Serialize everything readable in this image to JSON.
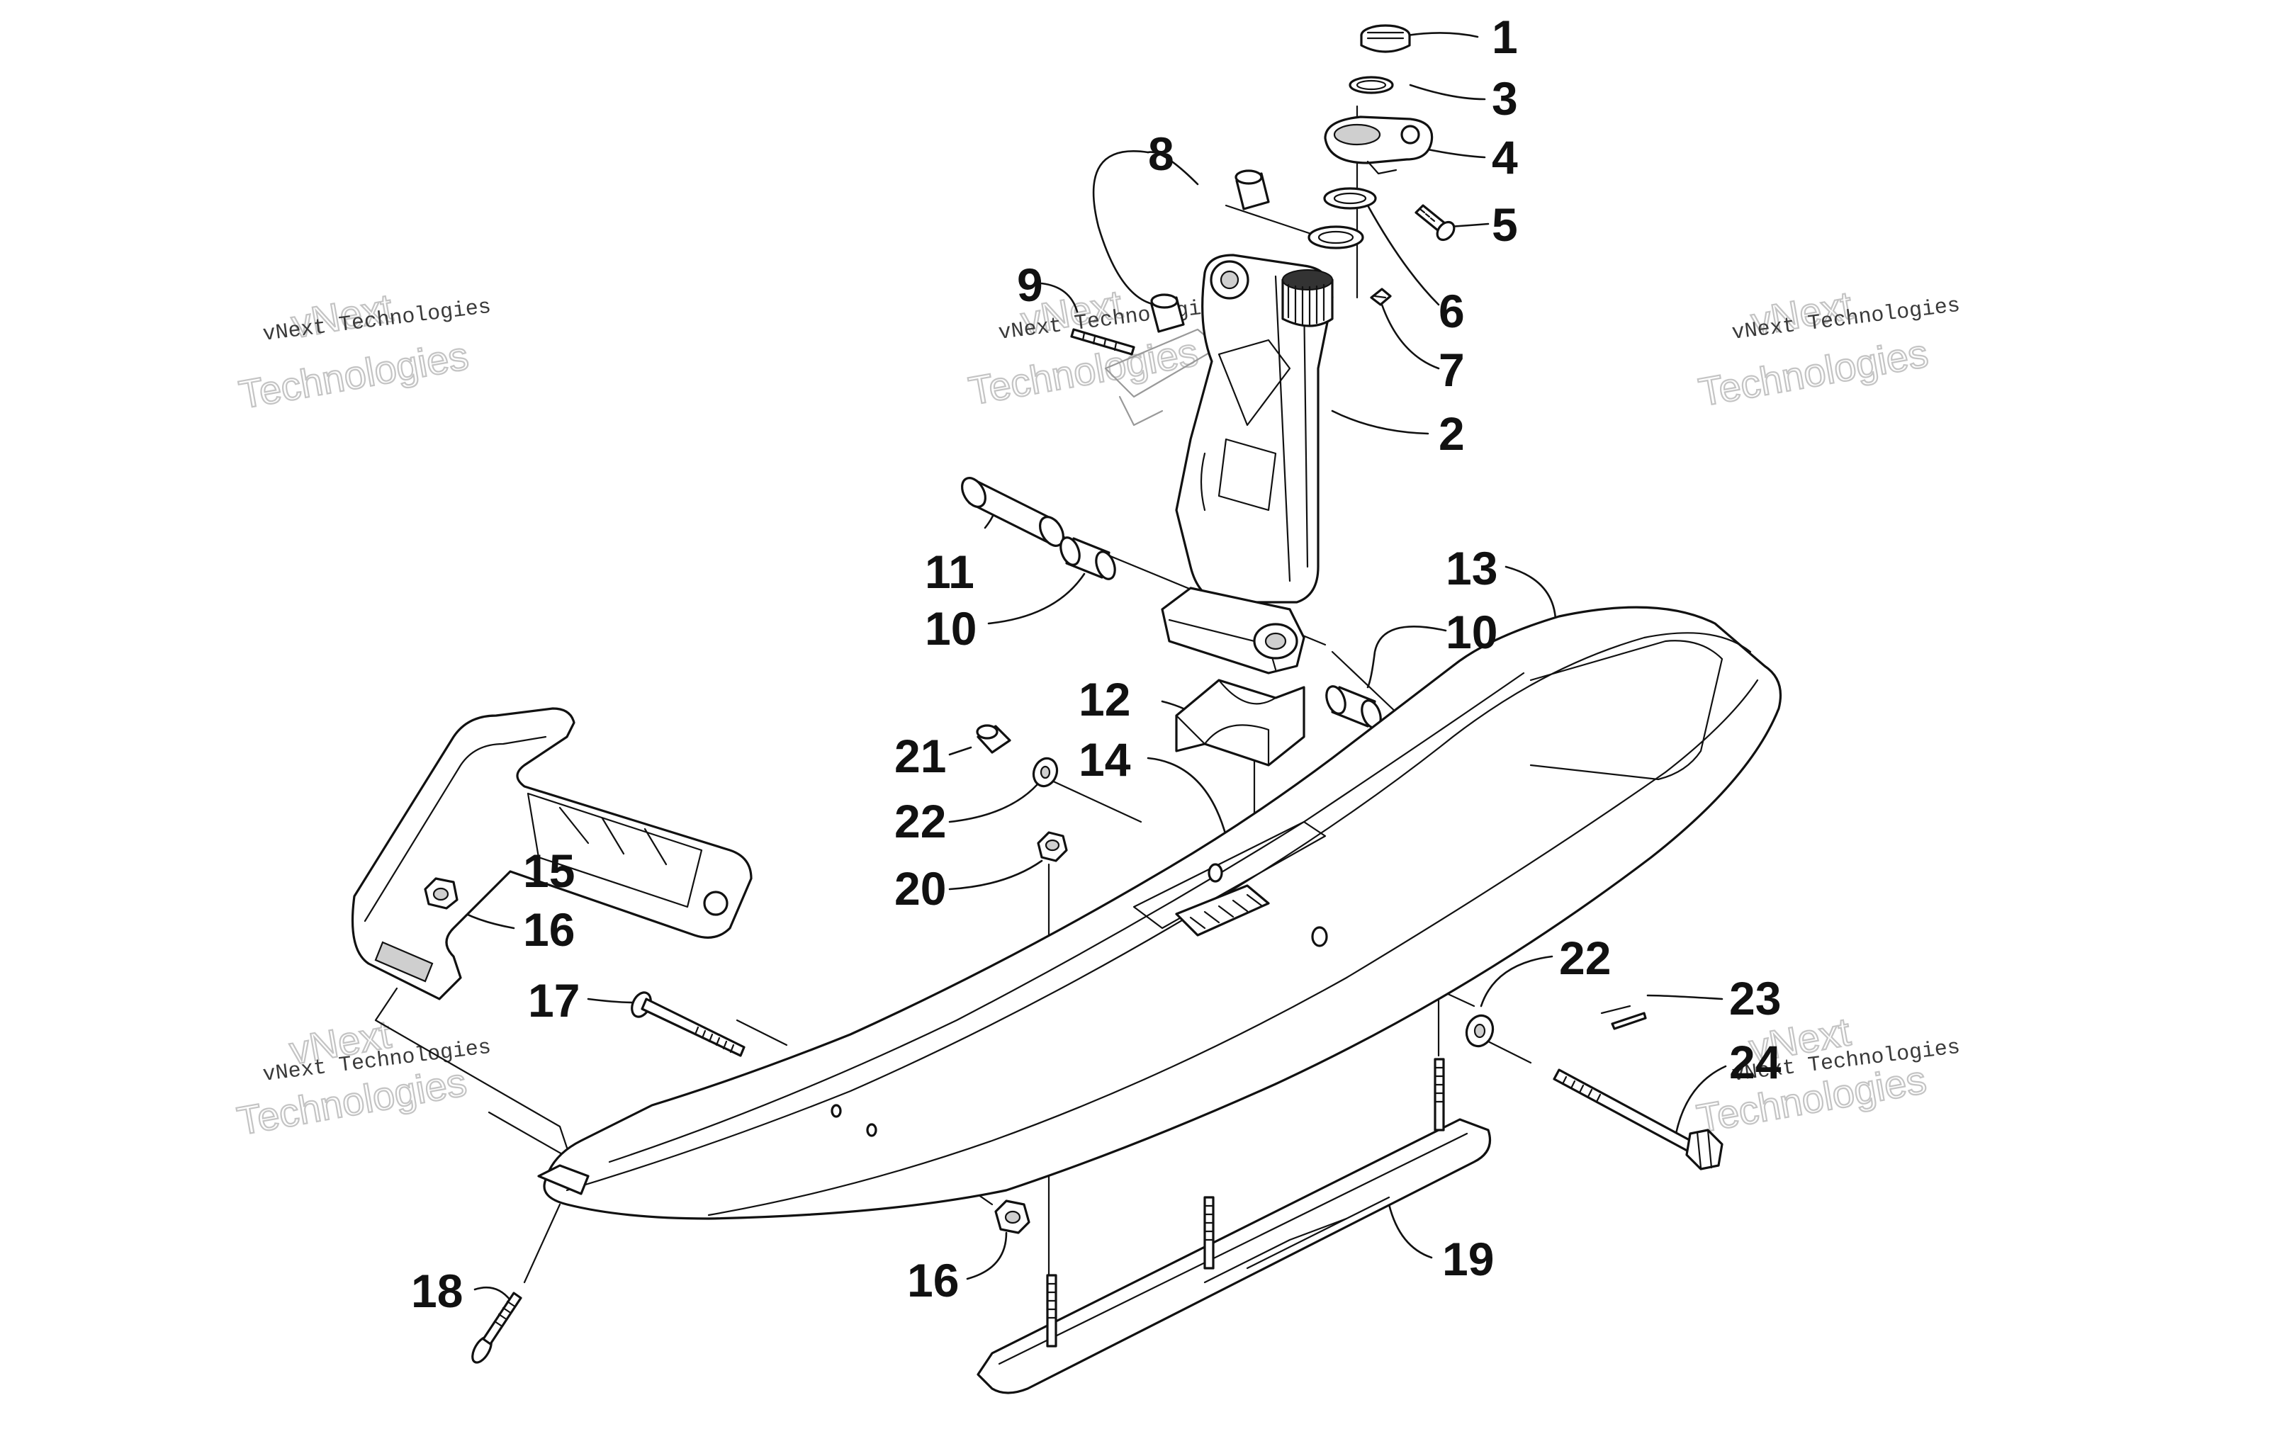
{
  "diagram": {
    "callouts": {
      "c1": "1",
      "c2": "2",
      "c3": "3",
      "c4": "4",
      "c5": "5",
      "c6": "6",
      "c7": "7",
      "c8": "8",
      "c9": "9",
      "c10a": "10",
      "c10b": "10",
      "c11": "11",
      "c12": "12",
      "c13": "13",
      "c14": "14",
      "c15": "15",
      "c16a": "16",
      "c16b": "16",
      "c17": "17",
      "c18": "18",
      "c19": "19",
      "c20": "20",
      "c21": "21",
      "c22a": "22",
      "c22b": "22",
      "c23": "23",
      "c24": "24"
    },
    "watermark": {
      "caption": "vNext Technologies",
      "large_line1": "vNext",
      "large_line2": "Technologies"
    }
  }
}
